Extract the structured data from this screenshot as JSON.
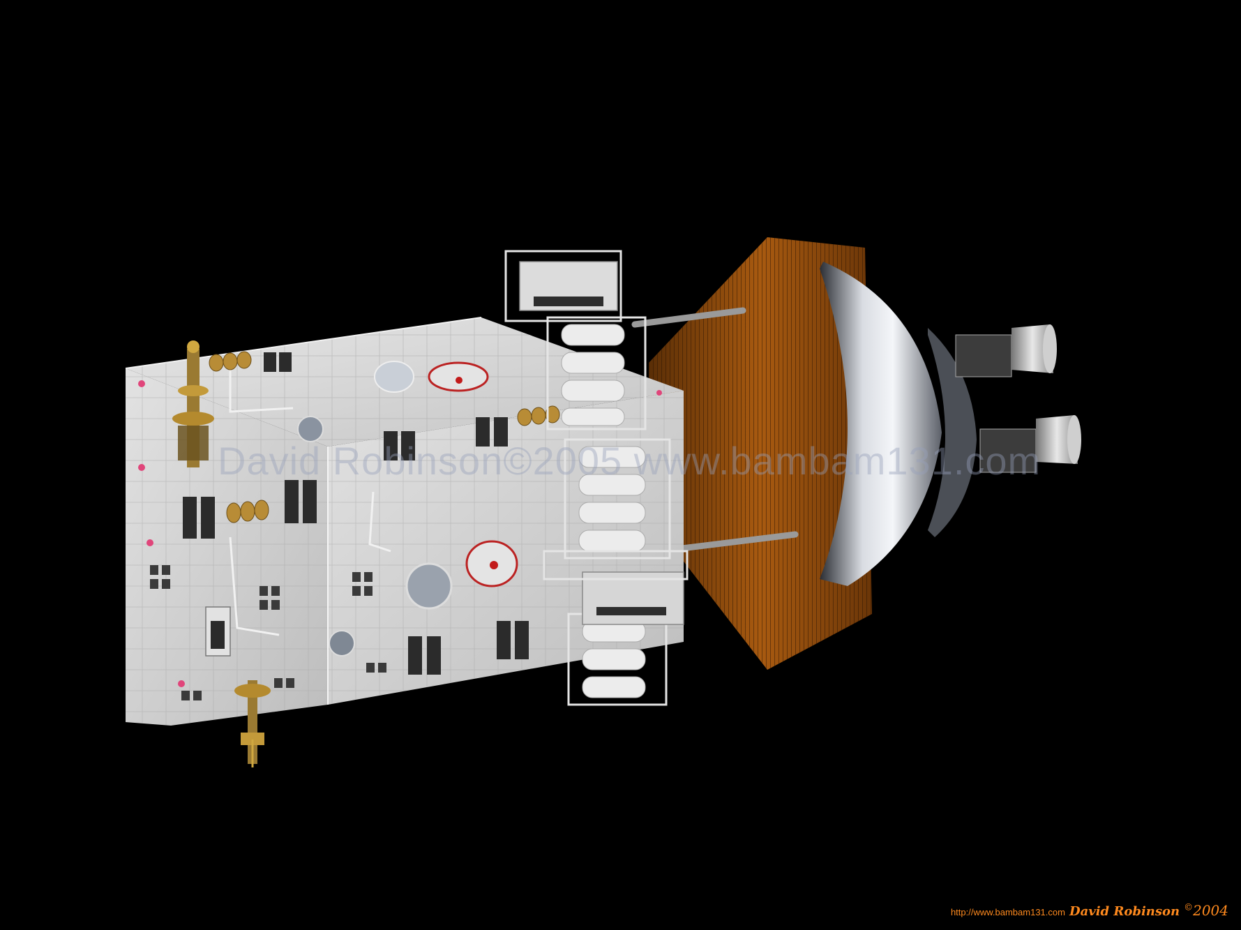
{
  "image": {
    "background_color": "#000000",
    "accent_hull": "#d8d8d8",
    "accent_cone": "#b0620c",
    "accent_shield": "#c9ccd2"
  },
  "watermark": {
    "text": "David Robinson©2005 www.bambam131.com"
  },
  "signature": {
    "url": "http://www.bambam131.com",
    "name": "David Robinson",
    "copyright": "©",
    "year": "2004"
  }
}
